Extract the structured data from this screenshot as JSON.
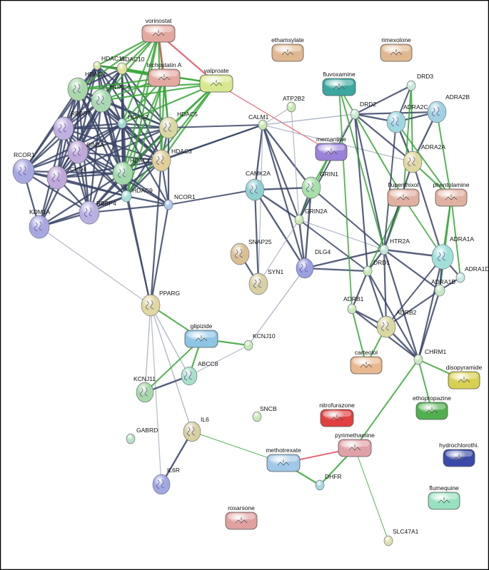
{
  "colors": {
    "protein_edge": "#3a4466",
    "drug_edge": "#3aa63a",
    "light_edge": "#9ba3b8",
    "red_edge": "#e05060"
  },
  "drugs": [
    {
      "id": "vorinostat",
      "label": "vorinostat",
      "color": "#e3a8a0"
    },
    {
      "id": "trichostatin",
      "label": "trichostatin A",
      "color": "#e3a8a0"
    },
    {
      "id": "valproate",
      "label": "valproate",
      "color": "#d8e890"
    },
    {
      "id": "ethamsylate",
      "label": "ethamsylate",
      "color": "#e0b890"
    },
    {
      "id": "rimexolone",
      "label": "rimexolone",
      "color": "#e0b890"
    },
    {
      "id": "fluvoxamine",
      "label": "fluvoxamine",
      "color": "#3aa8a0"
    },
    {
      "id": "memantine",
      "label": "memantine",
      "color": "#9a82d8"
    },
    {
      "id": "flupenthixol",
      "label": "flupenthixol",
      "color": "#e0b0a0"
    },
    {
      "id": "phentolamine",
      "label": "phentolamine",
      "color": "#e0b0a0"
    },
    {
      "id": "glipizide",
      "label": "glipizide",
      "color": "#8ec4e4"
    },
    {
      "id": "carteolol",
      "label": "carteolol",
      "color": "#e8b890"
    },
    {
      "id": "disopyramide",
      "label": "disopyramide",
      "color": "#d8d050"
    },
    {
      "id": "ethopropazine",
      "label": "ethopropazine",
      "color": "#50b050"
    },
    {
      "id": "nitrofurazone",
      "label": "nitrofurazone",
      "color": "#e04040"
    },
    {
      "id": "pyrimethamine",
      "label": "pyrimethamine",
      "color": "#e0a0a8"
    },
    {
      "id": "methotrexate",
      "label": "methotrexate",
      "color": "#a0c8e8"
    },
    {
      "id": "hydrochlorothi",
      "label": "hydrochlorothi.",
      "color": "#3a4aa8"
    },
    {
      "id": "flumequine",
      "label": "flumequine",
      "color": "#98e0c0"
    },
    {
      "id": "roxarsone",
      "label": "roxarsone",
      "color": "#e0a0a0"
    }
  ],
  "proteins": [
    {
      "id": "HDAC11",
      "label": "HDAC11",
      "color": "#d8e4a8"
    },
    {
      "id": "HDAC10",
      "label": "HDAC10",
      "color": "#e0e0a0"
    },
    {
      "id": "HDAC8",
      "label": "HDAC8",
      "color": "#a8d8a8"
    },
    {
      "id": "HDAC6",
      "label": "HDAC6",
      "color": "#a8d8b0"
    },
    {
      "id": "RBBP7",
      "label": "RBBP7",
      "color": "#c0b0e0"
    },
    {
      "id": "HDAC2",
      "label": "HDAC2",
      "color": "#a0d8d0"
    },
    {
      "id": "HDAC5",
      "label": "HDAC5",
      "color": "#d8d8a0"
    },
    {
      "id": "SIN3A",
      "label": "SIN3A",
      "color": "#c0a8d8"
    },
    {
      "id": "HDAC3",
      "label": "HDAC3",
      "color": "#e0d098"
    },
    {
      "id": "HDAC1",
      "label": "HDAC1",
      "color": "#a0d8a8"
    },
    {
      "id": "RCOR1",
      "label": "RCOR1",
      "color": "#a8a8e0"
    },
    {
      "id": "CHD4",
      "label": "CHD4",
      "color": "#c0a8d8"
    },
    {
      "id": "HDAC9",
      "label": "HDAC9",
      "color": "#a8e0d8"
    },
    {
      "id": "RBBP4",
      "label": "RBBP4",
      "color": "#b8b0e0"
    },
    {
      "id": "KDM1A",
      "label": "KDM1A",
      "color": "#a8a8e0"
    },
    {
      "id": "NCOR1",
      "label": "NCOR1",
      "color": "#b0c8e8"
    },
    {
      "id": "ATP2B2",
      "label": "ATP2B2",
      "color": "#c8e8b0"
    },
    {
      "id": "CALM1",
      "label": "CALM1",
      "color": "#c8e8b0"
    },
    {
      "id": "CAMK2A",
      "label": "CAMK2A",
      "color": "#90d0d0"
    },
    {
      "id": "GRIN1",
      "label": "GRIN1",
      "color": "#a8e0a8"
    },
    {
      "id": "GRIN2A",
      "label": "GRIN2A",
      "color": "#c8e8b0"
    },
    {
      "id": "SNAP25",
      "label": "SNAP25",
      "color": "#d8c090"
    },
    {
      "id": "SYN1",
      "label": "SYN1",
      "color": "#d8d0a0"
    },
    {
      "id": "DLG4",
      "label": "DLG4",
      "color": "#9aa0e0"
    },
    {
      "id": "DRD3",
      "label": "DRD3",
      "color": "#c8e8d8"
    },
    {
      "id": "DRD2",
      "label": "DRD2",
      "color": "#c8e8d0"
    },
    {
      "id": "ADRA2C",
      "label": "ADRA2C",
      "color": "#a0d8e0"
    },
    {
      "id": "ADRA2B",
      "label": "ADRA2B",
      "color": "#a0d0e0"
    },
    {
      "id": "ADRA2A",
      "label": "ADRA2A",
      "color": "#e0d8a0"
    },
    {
      "id": "HTR2A",
      "label": "HTR2A",
      "color": "#c8e8d8"
    },
    {
      "id": "ADRA1A",
      "label": "ADRA1A",
      "color": "#a0e0d8"
    },
    {
      "id": "ADRA1D",
      "label": "ADRA1D",
      "color": "#c8e8e0"
    },
    {
      "id": "DRD1",
      "label": "DRD1",
      "color": "#c8e8b8"
    },
    {
      "id": "ADRA1B",
      "label": "ADRA1B",
      "color": "#c8e8c8"
    },
    {
      "id": "ADRB1",
      "label": "ADRB1",
      "color": "#c8e8b8"
    },
    {
      "id": "ADRB2",
      "label": "ADRB2",
      "color": "#d8d8a0"
    },
    {
      "id": "CHRM1",
      "label": "CHRM1",
      "color": "#c8e8c0"
    },
    {
      "id": "PPARG",
      "label": "PPARG",
      "color": "#e0d8a0"
    },
    {
      "id": "KCNJ10",
      "label": "KCNJ10",
      "color": "#c8e8b8"
    },
    {
      "id": "ABCC8",
      "label": "ABCC8",
      "color": "#a8e0c8"
    },
    {
      "id": "KCNJ11",
      "label": "KCNJ11",
      "color": "#a8d8a8"
    },
    {
      "id": "GABRD",
      "label": "GABRD",
      "color": "#b8e0c8"
    },
    {
      "id": "SNCB",
      "label": "SNCB",
      "color": "#c8e8b8"
    },
    {
      "id": "IL6",
      "label": "IL6",
      "color": "#d8d0a0"
    },
    {
      "id": "IL6R",
      "label": "IL6R",
      "color": "#a0a8e0"
    },
    {
      "id": "DHFR",
      "label": "DHFR",
      "color": "#a8d8e0"
    },
    {
      "id": "SLC47A1",
      "label": "SLC47A1",
      "color": "#e0e0b0"
    }
  ]
}
